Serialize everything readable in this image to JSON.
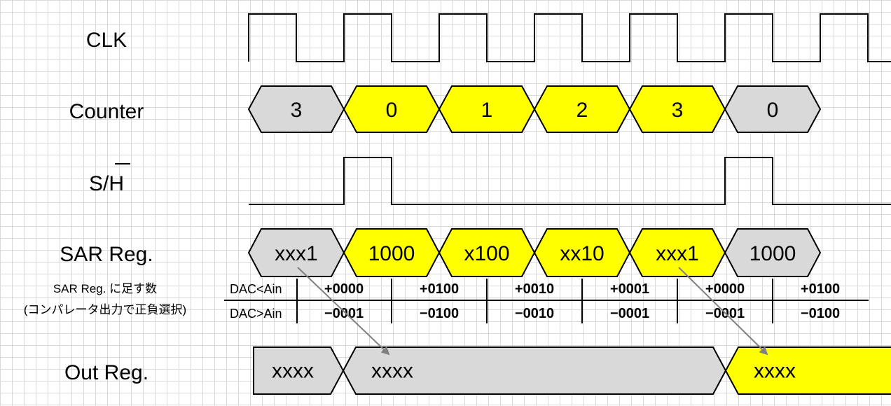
{
  "labels": {
    "clk": "CLK",
    "counter": "Counter",
    "sh": "S/H",
    "sar": "SAR Reg.",
    "add_title": "SAR Reg. に足す数",
    "add_sub": "(コンパレータ出力で正負選択)",
    "out": "Out Reg."
  },
  "colors": {
    "active": "#ffff00",
    "inactive": "#d9d9d9",
    "arrow": "#808080",
    "grid": "#d9d9d9"
  },
  "clk_edges": [
    0,
    1,
    0,
    1,
    0,
    1,
    0,
    1,
    0,
    1,
    0,
    1,
    0,
    1
  ],
  "counter": [
    {
      "value": "3",
      "state": "inactive"
    },
    {
      "value": "0",
      "state": "active"
    },
    {
      "value": "1",
      "state": "active"
    },
    {
      "value": "2",
      "state": "active"
    },
    {
      "value": "3",
      "state": "active"
    },
    {
      "value": "0",
      "state": "inactive"
    }
  ],
  "sh_high_periods": [
    1,
    5
  ],
  "sar": [
    {
      "value": "xxx1",
      "state": "inactive"
    },
    {
      "value": "1000",
      "state": "active"
    },
    {
      "value": "x100",
      "state": "active"
    },
    {
      "value": "xx10",
      "state": "active"
    },
    {
      "value": "xxx1",
      "state": "active"
    },
    {
      "value": "1000",
      "state": "inactive"
    }
  ],
  "add_table": {
    "row_labels": [
      "DAC<Ain",
      "DAC>Ain"
    ],
    "positive": [
      "+0000",
      "+0100",
      "+0010",
      "+0001",
      "+0000",
      "+0100"
    ],
    "negative": [
      "−0001",
      "−0100",
      "−0010",
      "−0001",
      "−0001",
      "−0100"
    ]
  },
  "out": [
    {
      "value": "xxxx",
      "state": "inactive"
    },
    {
      "value": "xxxx",
      "state": "inactive"
    },
    {
      "value": "xxxx",
      "state": "active"
    }
  ],
  "arrows": [
    {
      "from_period": 0,
      "to_out": 1
    },
    {
      "from_period": 4,
      "to_out": 2
    }
  ]
}
